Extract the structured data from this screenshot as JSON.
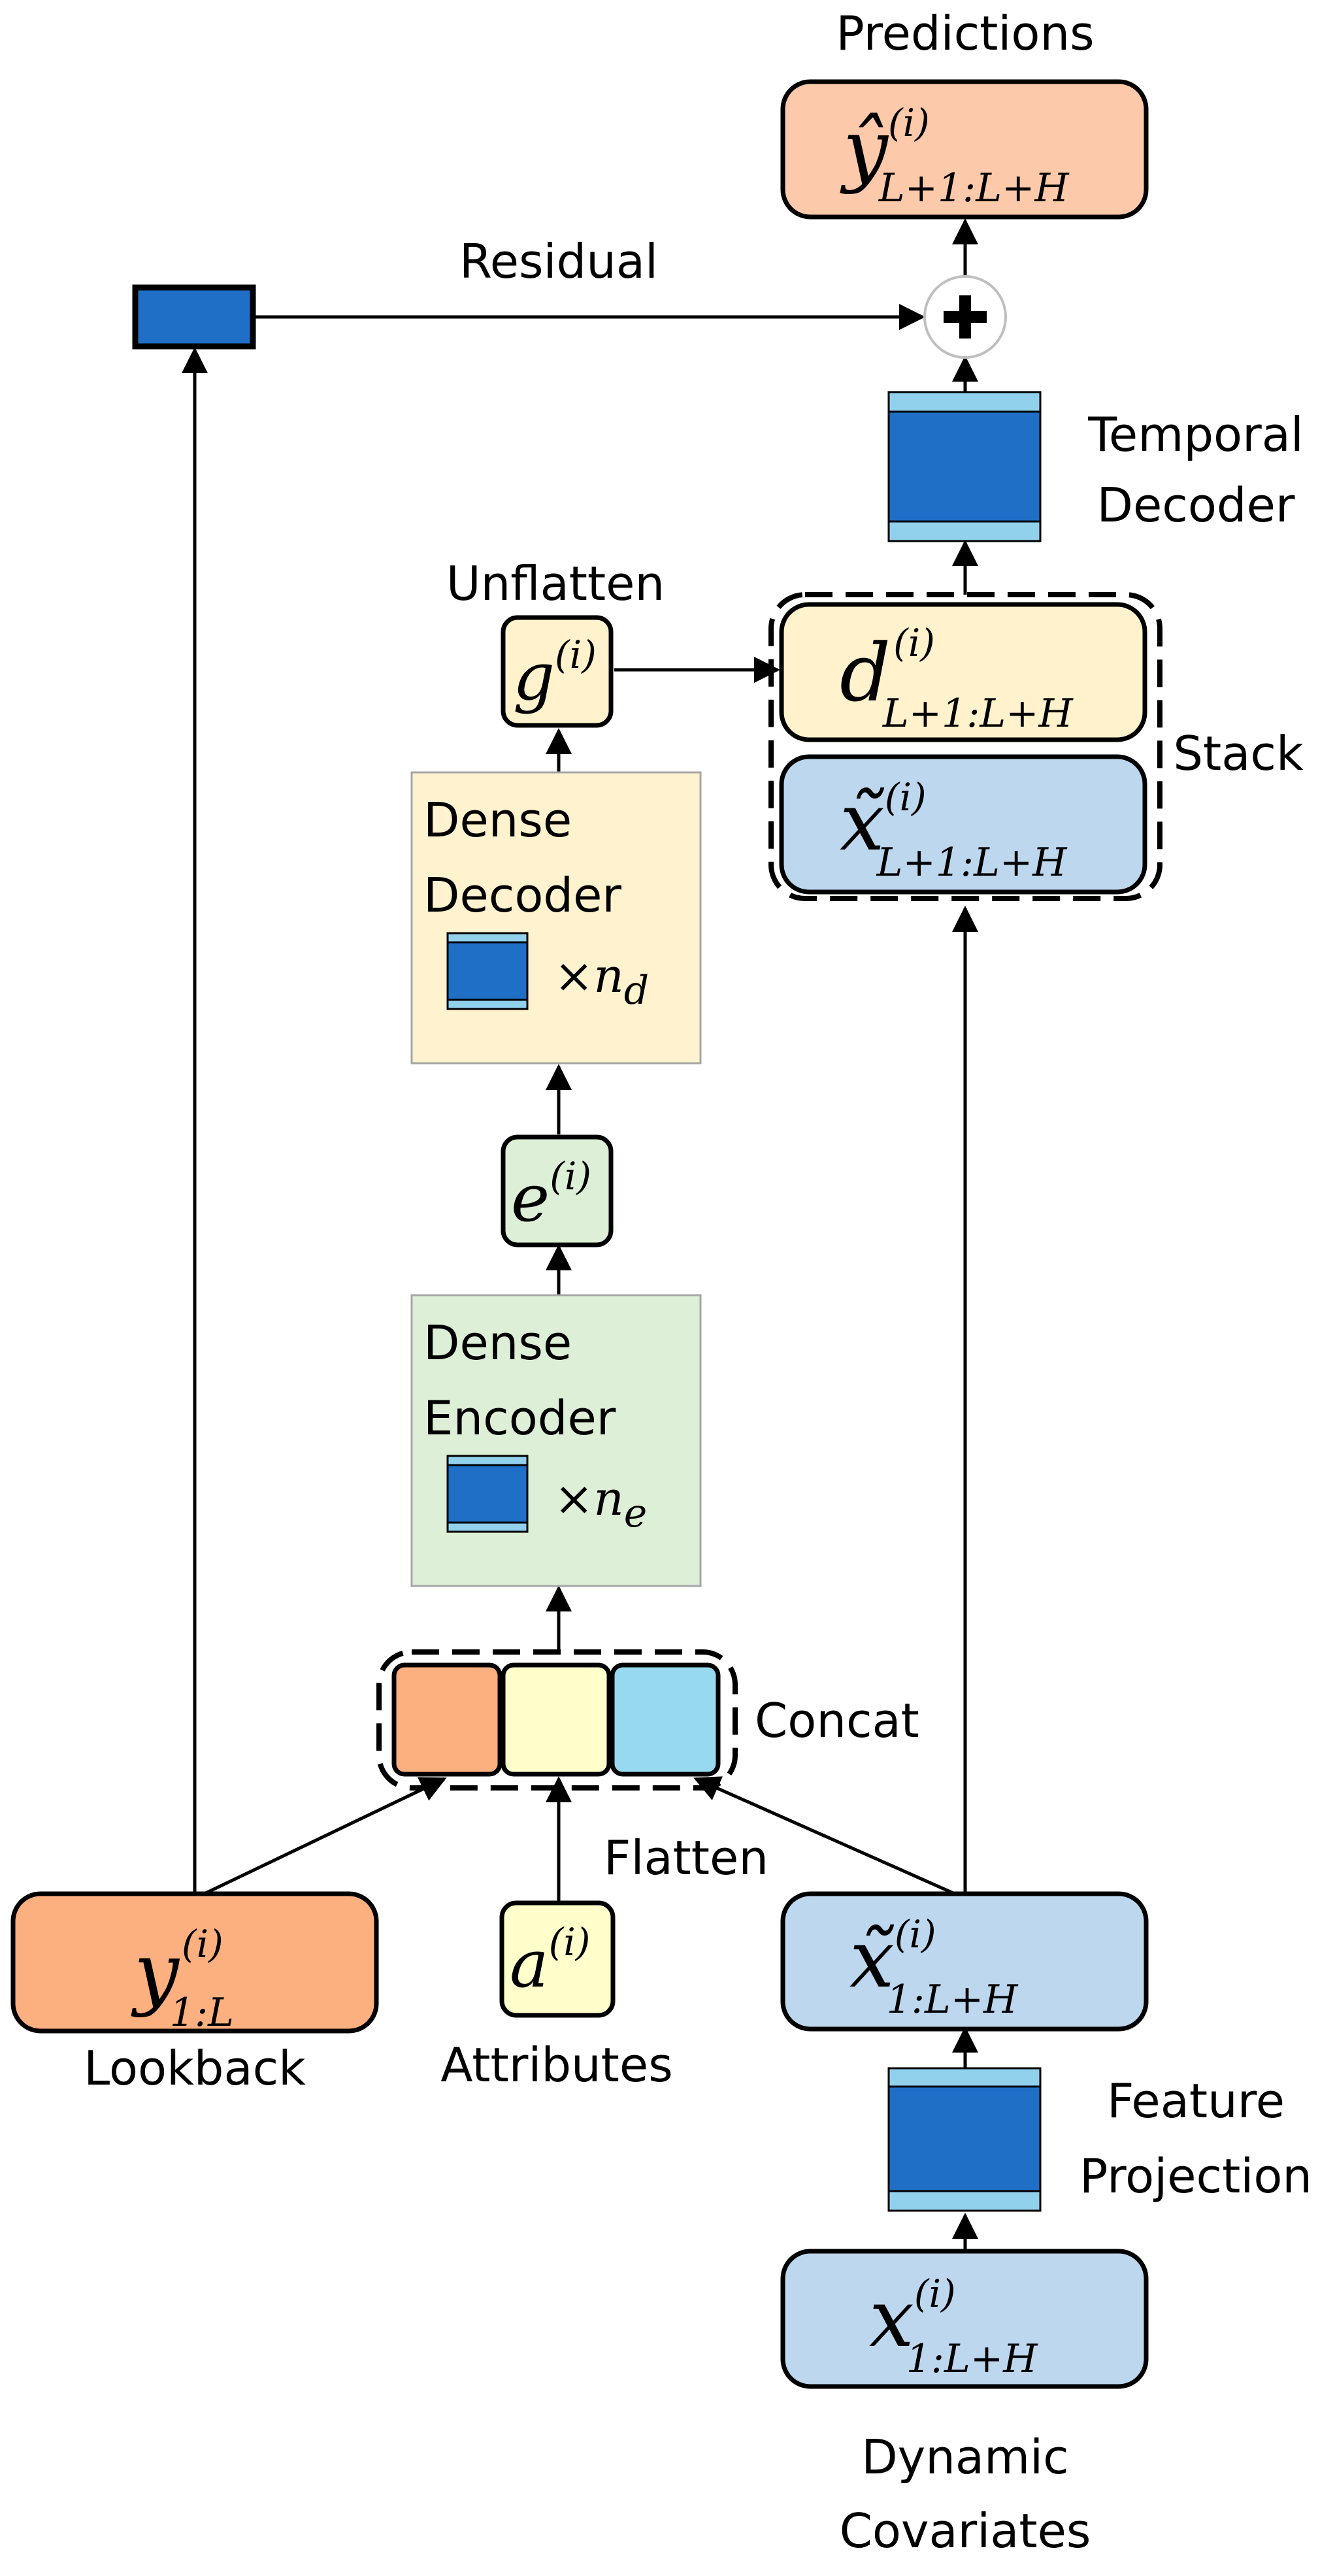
{
  "labels": {
    "predictions": "Predictions",
    "residual": "Residual",
    "temporal_decoder_line1": "Temporal",
    "temporal_decoder_line2": "Decoder",
    "unflatten": "Unflatten",
    "stack": "Stack",
    "dense_decoder_line1": "Dense",
    "dense_decoder_line2": "Decoder",
    "dense_encoder_line1": "Dense",
    "dense_encoder_line2": "Encoder",
    "concat": "Concat",
    "flatten": "Flatten",
    "lookback": "Lookback",
    "attributes": "Attributes",
    "feature_projection_line1": "Feature",
    "feature_projection_line2": "Projection",
    "dynamic_covariates_line1": "Dynamic",
    "dynamic_covariates_line2": "Covariates"
  },
  "math": {
    "y_hat": "ŷ",
    "y_hat_sup": "(i)",
    "y_hat_sub": "L+1:L+H",
    "d": "d",
    "d_sup": "(i)",
    "d_sub": "L+1:L+H",
    "x_tilde_future": "x̃",
    "x_tilde_future_sup": "(i)",
    "x_tilde_future_sub": "L+1:L+H",
    "g": "g",
    "g_sup": "(i)",
    "e": "e",
    "e_sup": "(i)",
    "times_nd": "×n",
    "nd_sub": "d",
    "times_ne": "×n",
    "ne_sub": "e",
    "y": "y",
    "y_sup": "(i)",
    "y_sub": "1:L",
    "a": "a",
    "a_sup": "(i)",
    "x_tilde": "x̃",
    "x_tilde_sup": "(i)",
    "x_tilde_sub": "1:L+H",
    "x": "x",
    "x_sup": "(i)",
    "x_sub": "1:L+H",
    "plus": "+"
  },
  "colors": {
    "orange": "#FDB07F",
    "predictions_fill": "#FCC9AA",
    "yellow_box": "#FFF2CC",
    "dense_decoder_fill": "#FFF2CF",
    "dense_encoder_fill": "#DEEFD8",
    "green_box": "#DEEFD8",
    "light_blue_box": "#BDD7EE",
    "cream": "#FFFFCC",
    "sky": "#97D9EF",
    "layer_dark": "#1F6FC6",
    "layer_light": "#92D1EC"
  },
  "icons": [
    "plus-icon",
    "layer-icon",
    "arrow-icon"
  ]
}
